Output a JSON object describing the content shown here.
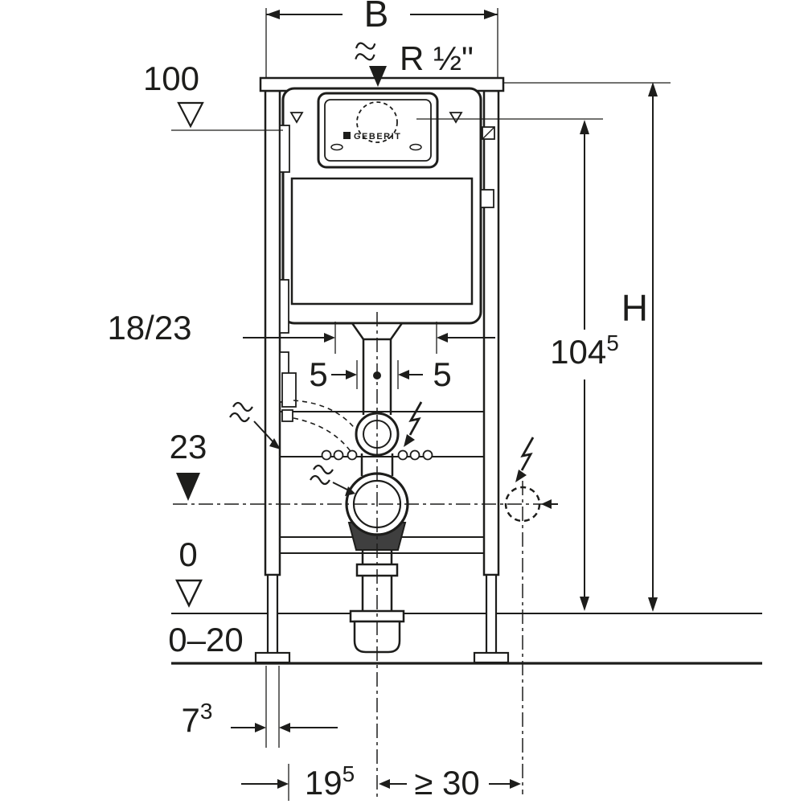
{
  "colors": {
    "line": "#1d1d1b",
    "background": "#ffffff",
    "dark_fill": "#3f3f3f"
  },
  "labels": {
    "width": "B",
    "water_connection": "R ½\"",
    "datum_top": "100",
    "pipe_offset": "18/23",
    "adjust_left": "5",
    "adjust_right": "5",
    "datum_outlet": "23",
    "datum_floor": "0",
    "floor_range": "0–20",
    "height_total": "H",
    "height_main": "104",
    "height_sup": "5",
    "foot_main": "7",
    "foot_sup": "3",
    "offset_main": "19",
    "offset_sup": "5",
    "clearance": "≥ 30",
    "brand": "GEBERIT"
  }
}
